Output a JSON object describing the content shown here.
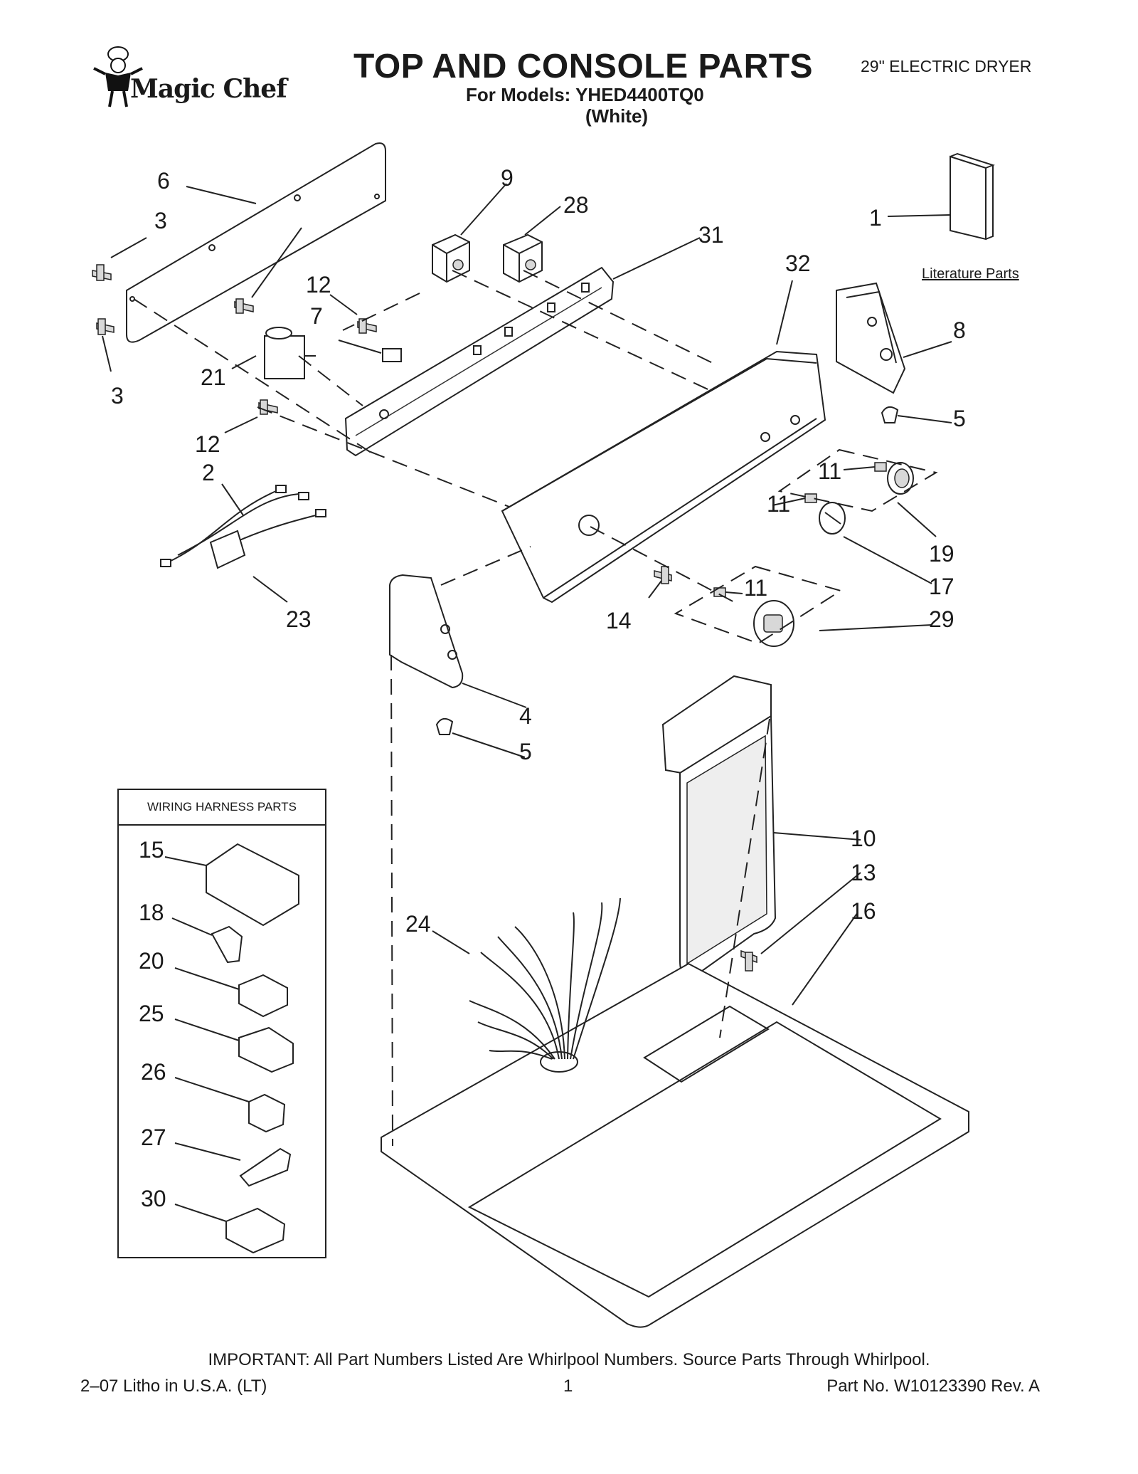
{
  "header": {
    "brand": "Magic Chef",
    "title": "TOP AND CONSOLE PARTS",
    "models": "For Models: YHED4400TQ0",
    "color": "(White)",
    "product": "29\" ELECTRIC DRYER"
  },
  "literature_label": "Literature Parts",
  "harness": {
    "heading": "WIRING HARNESS PARTS"
  },
  "callouts": {
    "c1": "1",
    "c2": "2",
    "c3a": "3",
    "c3b": "3",
    "c4": "4",
    "c5a": "5",
    "c5b": "5",
    "c6": "6",
    "c7": "7",
    "c8": "8",
    "c9": "9",
    "c10": "10",
    "c11a": "11",
    "c11b": "11",
    "c11c": "11",
    "c12a": "12",
    "c12b": "12",
    "c13": "13",
    "c14": "14",
    "c15": "15",
    "c16": "16",
    "c17": "17",
    "c18": "18",
    "c19": "19",
    "c20": "20",
    "c21": "21",
    "c23": "23",
    "c24": "24",
    "c25": "25",
    "c26": "26",
    "c27": "27",
    "c28": "28",
    "c29": "29",
    "c30": "30",
    "c31": "31",
    "c32": "32"
  },
  "footer": {
    "important": "IMPORTANT: All Part Numbers Listed Are Whirlpool Numbers. Source Parts Through Whirlpool.",
    "litho": "2–07 Litho in U.S.A. (LT)",
    "page": "1",
    "part_no": "Part No. W10123390 Rev. A"
  }
}
